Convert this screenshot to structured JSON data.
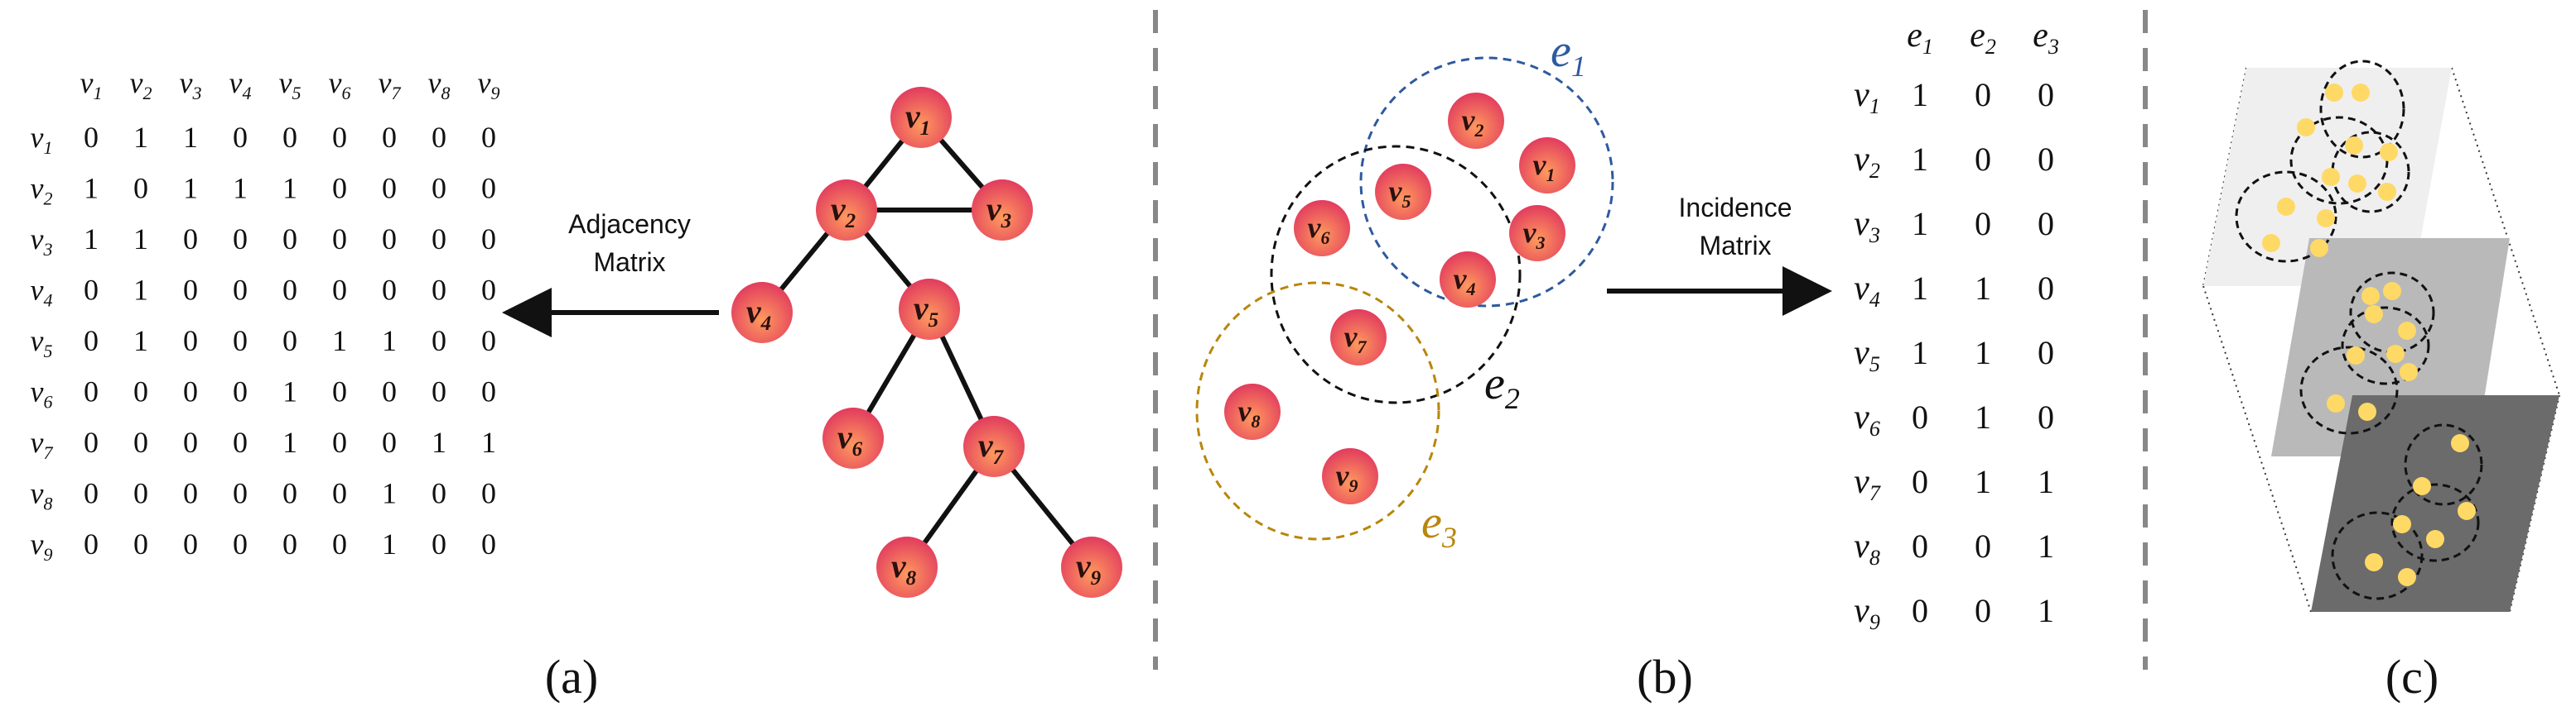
{
  "panels": {
    "a": {
      "caption": "(a)",
      "matrix_label": [
        "Adjacency",
        "Matrix"
      ],
      "column_headers": [
        "v1",
        "v2",
        "v3",
        "v4",
        "v5",
        "v6",
        "v7",
        "v8",
        "v9"
      ],
      "row_headers": [
        "v1",
        "v2",
        "v3",
        "v4",
        "v5",
        "v6",
        "v7",
        "v8",
        "v9"
      ],
      "matrix": [
        [
          "0",
          "1",
          "1",
          "0",
          "0",
          "0",
          "0",
          "0",
          "0"
        ],
        [
          "1",
          "0",
          "1",
          "1",
          "1",
          "0",
          "0",
          "0",
          "0"
        ],
        [
          "1",
          "1",
          "0",
          "0",
          "0",
          "0",
          "0",
          "0",
          "0"
        ],
        [
          "0",
          "1",
          "0",
          "0",
          "0",
          "0",
          "0",
          "0",
          "0"
        ],
        [
          "0",
          "1",
          "0",
          "0",
          "0",
          "1",
          "1",
          "0",
          "0"
        ],
        [
          "0",
          "0",
          "0",
          "0",
          "1",
          "0",
          "0",
          "0",
          "0"
        ],
        [
          "0",
          "0",
          "0",
          "0",
          "1",
          "0",
          "0",
          "1",
          "1"
        ],
        [
          "0",
          "0",
          "0",
          "0",
          "0",
          "0",
          "1",
          "0",
          "0"
        ],
        [
          "0",
          "0",
          "0",
          "0",
          "0",
          "0",
          "1",
          "0",
          "0"
        ]
      ],
      "graph_nodes": [
        "v1",
        "v2",
        "v3",
        "v4",
        "v5",
        "v6",
        "v7",
        "v8",
        "v9"
      ],
      "graph_edges": [
        [
          "v1",
          "v2"
        ],
        [
          "v1",
          "v3"
        ],
        [
          "v2",
          "v3"
        ],
        [
          "v2",
          "v4"
        ],
        [
          "v2",
          "v5"
        ],
        [
          "v5",
          "v6"
        ],
        [
          "v5",
          "v7"
        ],
        [
          "v7",
          "v8"
        ],
        [
          "v7",
          "v9"
        ]
      ]
    },
    "b": {
      "caption": "(b)",
      "matrix_label": [
        "Incidence",
        "Matrix"
      ],
      "column_headers": [
        "e1",
        "e2",
        "e3"
      ],
      "row_headers": [
        "v1",
        "v2",
        "v3",
        "v4",
        "v5",
        "v6",
        "v7",
        "v8",
        "v9"
      ],
      "matrix": [
        [
          "1",
          "0",
          "0"
        ],
        [
          "1",
          "0",
          "0"
        ],
        [
          "1",
          "0",
          "0"
        ],
        [
          "1",
          "1",
          "0"
        ],
        [
          "1",
          "1",
          "0"
        ],
        [
          "0",
          "1",
          "0"
        ],
        [
          "0",
          "1",
          "1"
        ],
        [
          "0",
          "0",
          "1"
        ],
        [
          "0",
          "0",
          "1"
        ]
      ],
      "hyperedges": [
        {
          "name": "e1",
          "color": "#2e5a9e",
          "members": [
            "v1",
            "v2",
            "v3",
            "v4",
            "v5"
          ]
        },
        {
          "name": "e2",
          "color": "#111111",
          "members": [
            "v4",
            "v5",
            "v6",
            "v7"
          ]
        },
        {
          "name": "e3",
          "color": "#b8860b",
          "members": [
            "v7",
            "v8",
            "v9"
          ]
        }
      ]
    },
    "c": {
      "caption": "(c)",
      "layer_colors": [
        "#eeeeee",
        "#b5b5b5",
        "#6b6b6b"
      ],
      "dot_color": "#ffd966"
    }
  },
  "colors": {
    "node_center": "#ff9966",
    "node_edge": "#e0445e",
    "separator": "#888888"
  }
}
